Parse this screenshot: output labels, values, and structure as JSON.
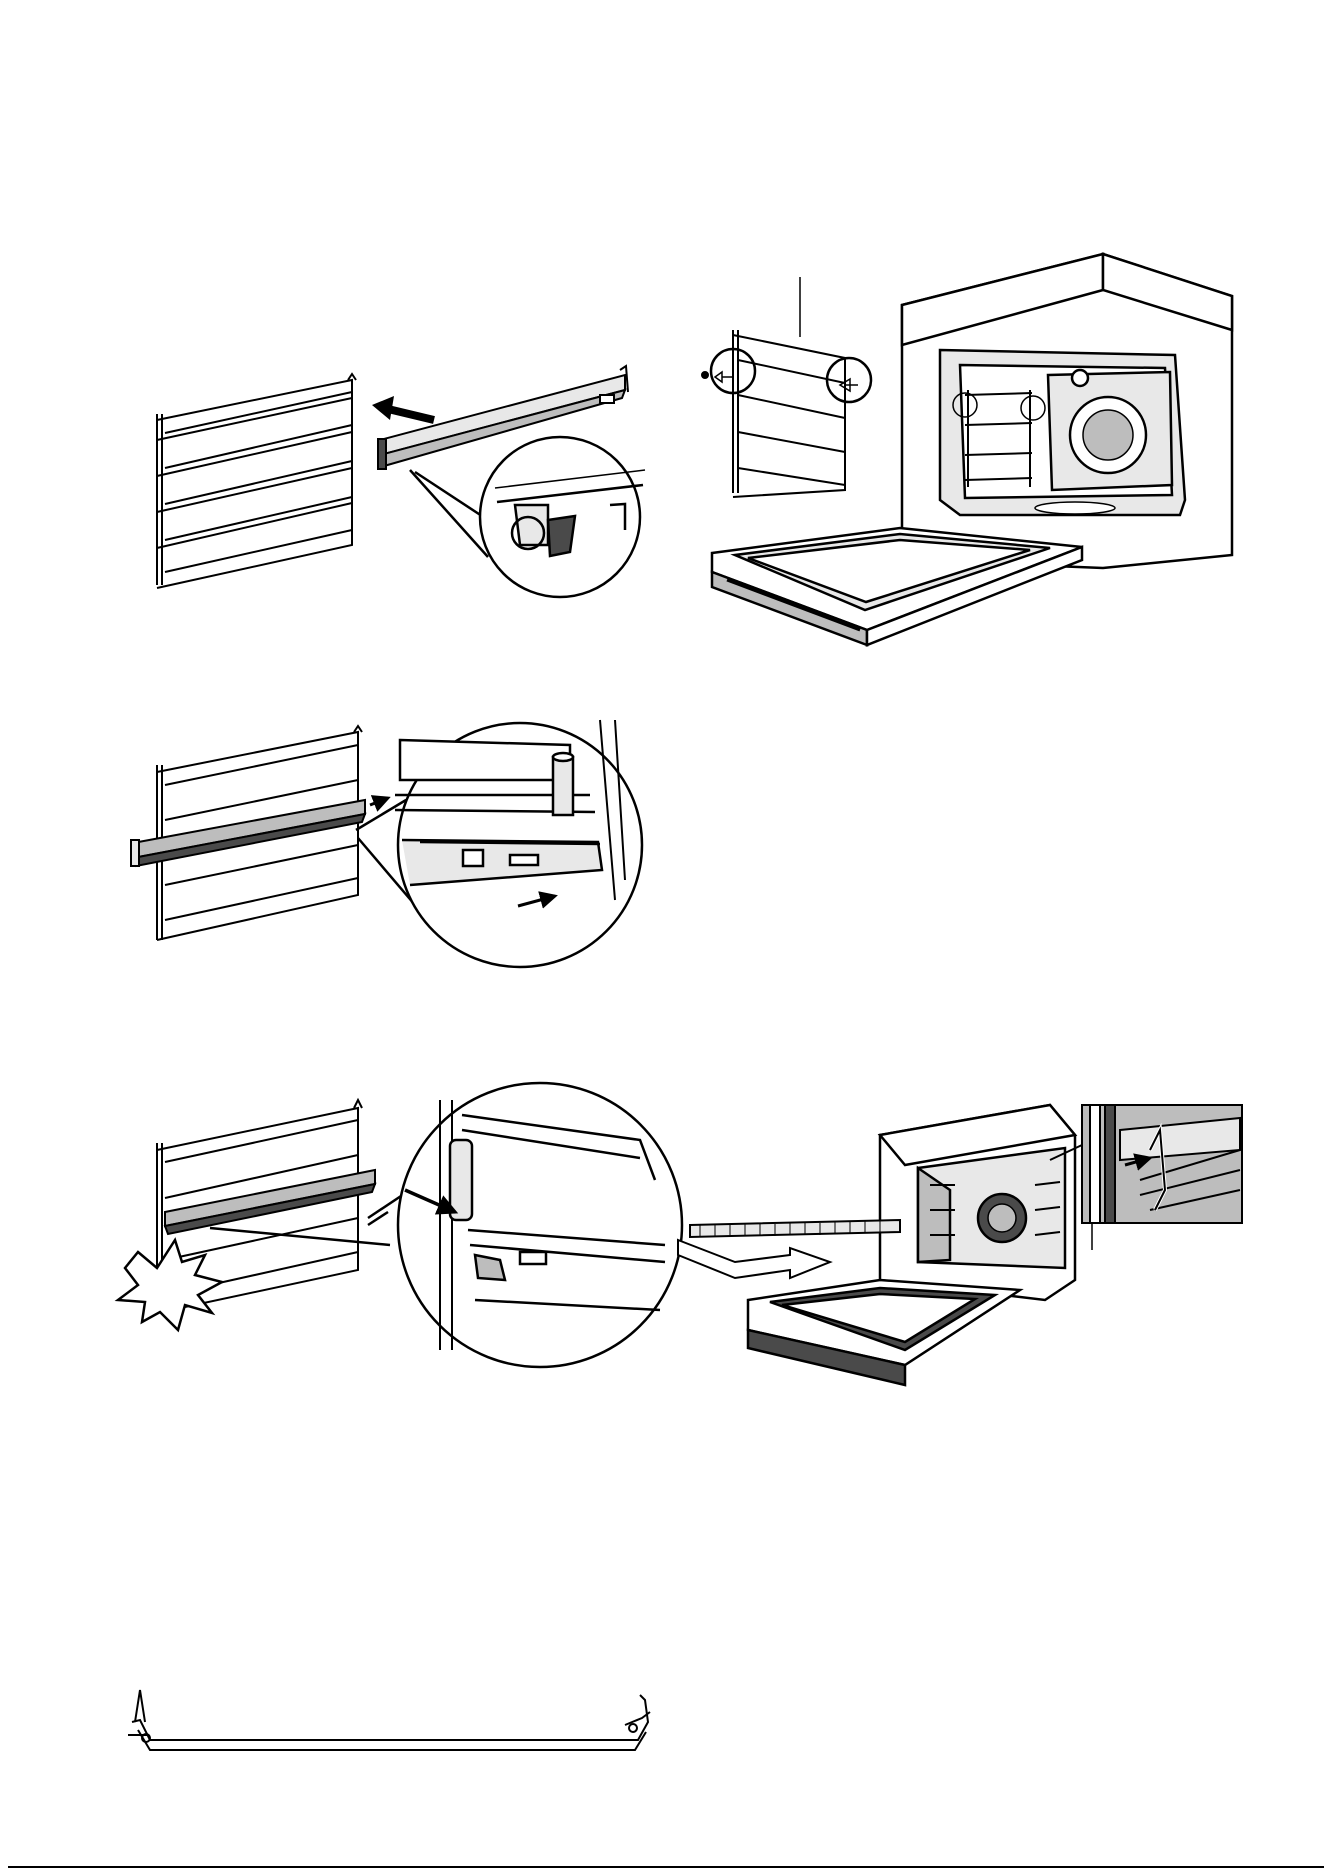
{
  "page": {
    "background": "#ffffff",
    "ink": "#000000",
    "fill_light": "#e8e8e8",
    "fill_mid": "#bdbdbd",
    "fill_dark": "#4a4a4a"
  },
  "figures": [
    {
      "id": "fig-attach-telescopic-rail",
      "icons": [
        "side-grid-icon",
        "telescopic-rail-icon",
        "arrow-icon",
        "magnifier-icon"
      ]
    },
    {
      "id": "fig-fit-side-grid-oven",
      "icons": [
        "side-grid-icon",
        "oven-cavity-icon",
        "oven-door-icon",
        "arrow-icon"
      ]
    },
    {
      "id": "fig-slide-rail-clip",
      "icons": [
        "side-grid-icon",
        "telescopic-rail-icon",
        "arrow-icon",
        "magnifier-icon"
      ]
    },
    {
      "id": "fig-click-rail-lock",
      "icons": [
        "side-grid-icon",
        "telescopic-rail-icon",
        "click-burst-icon",
        "magnifier-icon"
      ]
    },
    {
      "id": "fig-insert-tray-oven",
      "icons": [
        "oven-cavity-icon",
        "wire-shelf-icon",
        "arrow-icon",
        "detail-box-icon"
      ]
    },
    {
      "id": "fig-wire-rod",
      "icons": [
        "wire-rod-icon"
      ]
    }
  ]
}
